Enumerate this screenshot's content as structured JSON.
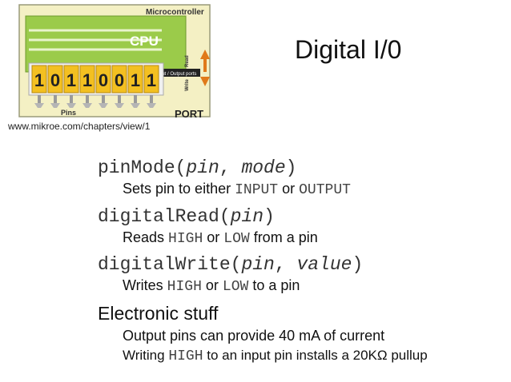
{
  "slide": {
    "title": "Digital I/0",
    "source_caption": "www.mikroe.com/chapters/view/1"
  },
  "diagram": {
    "labels": {
      "microcontroller": "Microcontroller",
      "cpu": "CPU",
      "io_ports": "Input / Output ports",
      "read": "Read",
      "write": "Write",
      "pins": "Pins",
      "port": "PORT"
    },
    "bits": [
      "1",
      "0",
      "1",
      "1",
      "0",
      "0",
      "1",
      "1"
    ]
  },
  "functions": {
    "pinmode": {
      "name": "pinMode(",
      "arg1": "pin",
      "sep": ", ",
      "arg2": "mode",
      "close": ")",
      "desc_prefix": "Sets pin to either ",
      "input": "INPUT",
      "or": " or ",
      "output": "OUTPUT"
    },
    "digitalread": {
      "name": "digitalRead(",
      "arg1": "pin",
      "close": ")",
      "desc_prefix": "Reads ",
      "high": "HIGH",
      "or": " or ",
      "low": "LOW",
      "desc_suffix": " from a pin"
    },
    "digitalwrite": {
      "name": "digitalWrite(",
      "arg1": "pin",
      "sep": ", ",
      "arg2": "value",
      "close": ")",
      "desc_prefix": "Writes ",
      "high": "HIGH",
      "or": " or ",
      "low": "LOW",
      "desc_suffix": " to a pin"
    }
  },
  "electronic": {
    "heading": "Electronic stuff",
    "line1": "Output pins can provide 40 mA of current",
    "line2_prefix": "Writing ",
    "line2_high": "HIGH",
    "line2_suffix": " to an input pin installs a 20KΩ pullup"
  }
}
